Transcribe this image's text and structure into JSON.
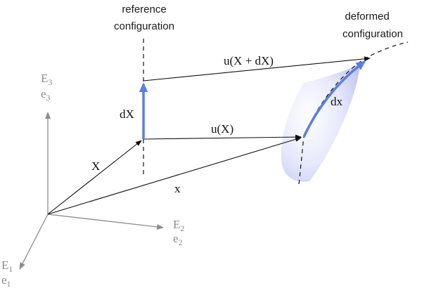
{
  "labels": {
    "reference_line1": "reference",
    "reference_line2": "configuration",
    "deformed_line1": "deformed",
    "deformed_line2": "configuration",
    "u_X_plus_dX": "u(X + dX)",
    "u_X": "u(X)",
    "dX": "dX",
    "dx": "dx",
    "X": "X",
    "x": "x"
  },
  "axes": {
    "E3": {
      "base": "E",
      "sub": "3"
    },
    "e3": {
      "base": "e",
      "sub": "3"
    },
    "E2": {
      "base": "E",
      "sub": "2"
    },
    "e2": {
      "base": "e",
      "sub": "2"
    },
    "E1": {
      "base": "E",
      "sub": "1"
    },
    "e1": {
      "base": "e",
      "sub": "1"
    }
  },
  "colors": {
    "vector_blue": "#5b7fe0",
    "axis_gray": "#8c8c8c",
    "line_black": "#111111",
    "surface_light": "#eef0ff",
    "surface_mid": "#c9cdf5"
  }
}
